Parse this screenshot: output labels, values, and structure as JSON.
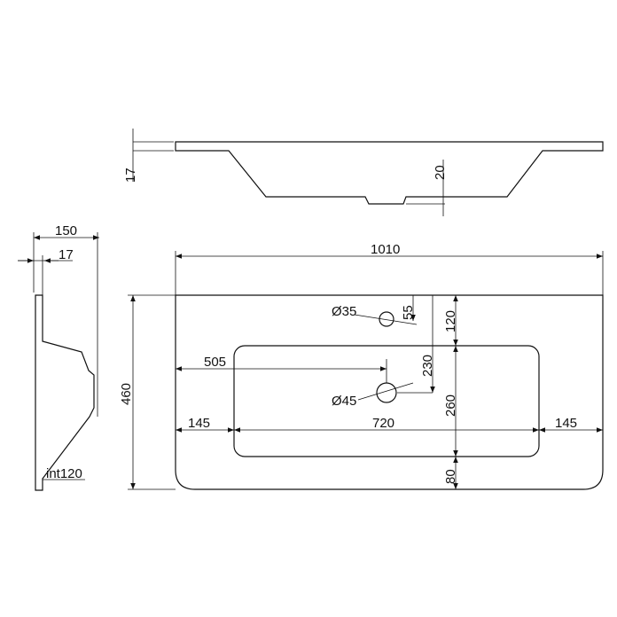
{
  "drawing": {
    "side_profile": {
      "thickness": "17",
      "depth": "20"
    },
    "left_profile": {
      "width": "150",
      "edge": "17",
      "internal": "int120"
    },
    "plan": {
      "total_width": "1010",
      "depth": "460",
      "tap_hole": "Ø35",
      "tap_offset": "55",
      "tap_to_back": "120",
      "drain_x": "505",
      "drain_hole": "Ø45",
      "drain_depth": "230",
      "basin_depth": "260",
      "front_rim": "80",
      "left_rim": "145",
      "basin_width": "720",
      "right_rim": "145"
    }
  }
}
